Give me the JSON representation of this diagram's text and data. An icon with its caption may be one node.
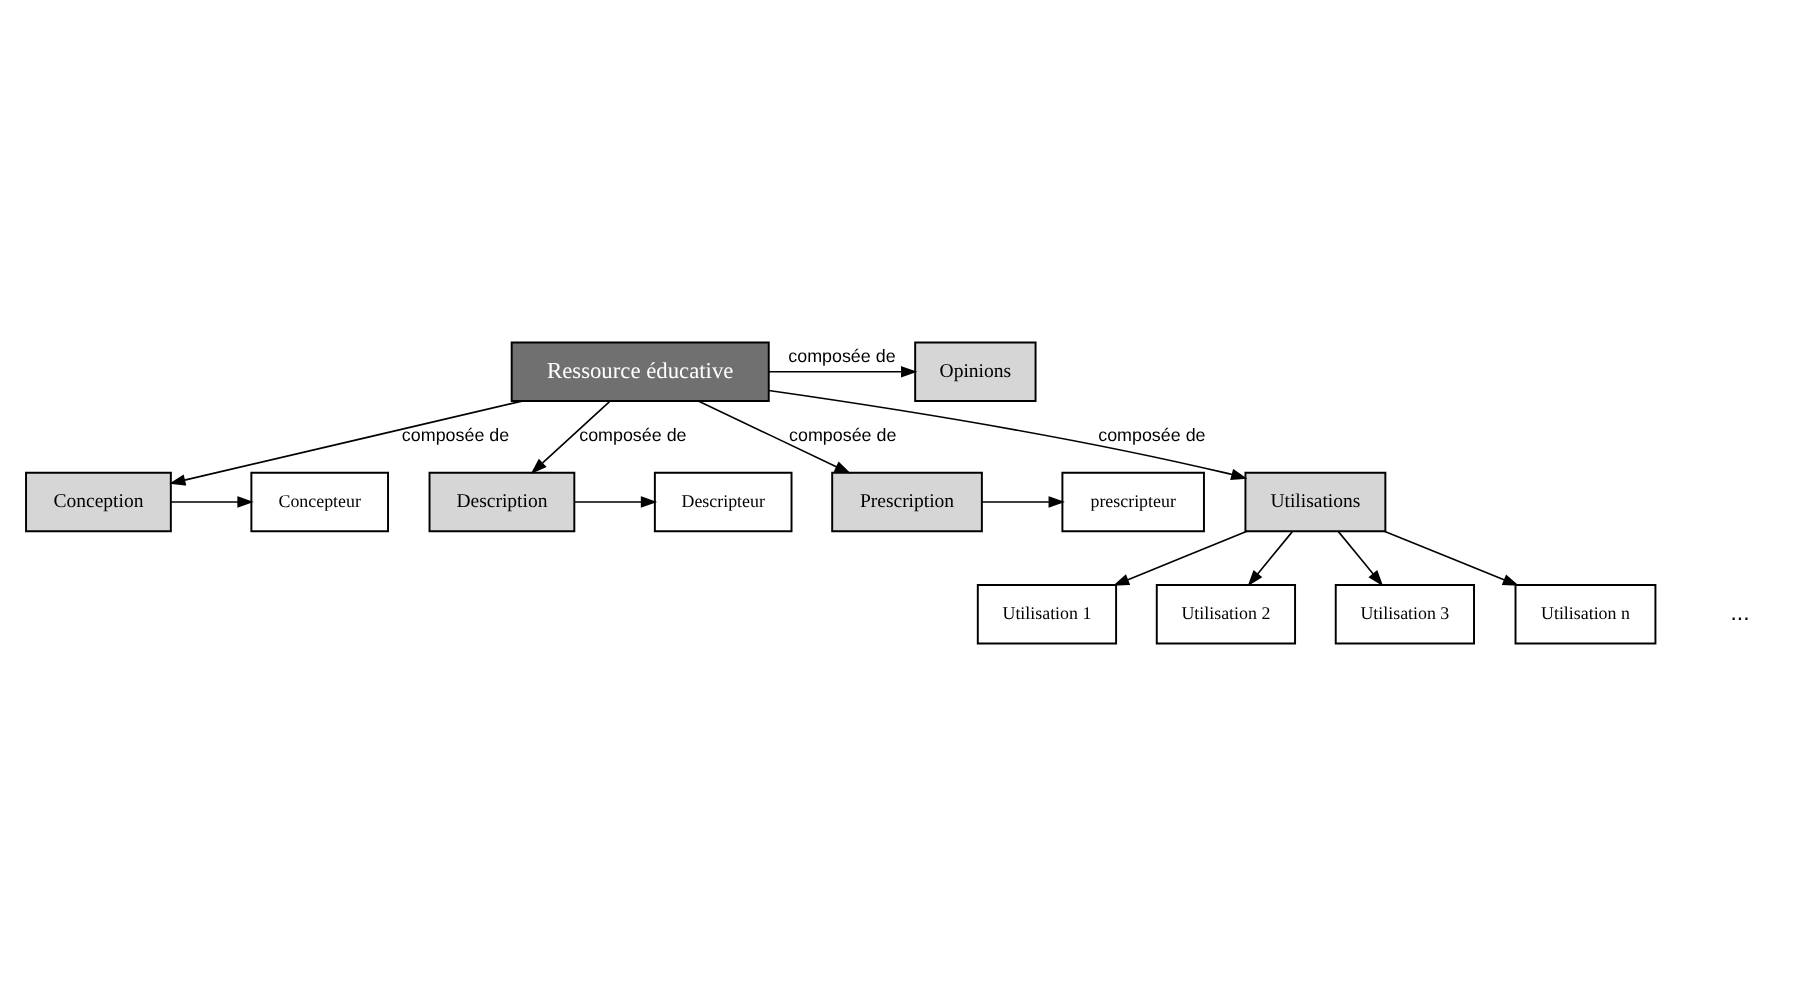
{
  "diagram": {
    "nodes": [
      {
        "text": [
          "Ressource éducative"
        ]
      },
      {
        "text": [
          "Conception"
        ]
      },
      {
        "text": [
          "Concepteur"
        ]
      },
      {
        "text": [
          "Description"
        ]
      },
      {
        "text": [
          "Descripteur"
        ]
      },
      {
        "text": [
          "Opinions"
        ]
      },
      {
        "text": [
          "Prescription"
        ]
      },
      {
        "text": [
          "prescripteur"
        ]
      },
      {
        "text": [
          "Utilisations"
        ]
      },
      {
        "text": [
          "Utilisation 1"
        ]
      },
      {
        "text": [
          "Utilisation 2"
        ]
      },
      {
        "text": [
          "Utilisation 3"
        ]
      },
      {
        "text": [
          "Utilisation n"
        ]
      }
    ],
    "edges": [
      {
        "from": 0,
        "to": 1,
        "arrow": "to",
        "label": "composée de"
      },
      {
        "from": 1,
        "to": 2,
        "arrow": "to"
      },
      {
        "from": 0,
        "to": 3,
        "arrow": "to",
        "label": "composée de"
      },
      {
        "from": 3,
        "to": 4,
        "arrow": "to"
      },
      {
        "from": 0,
        "to": 5,
        "arrow": "to",
        "label": "composée de"
      },
      {
        "from": 0,
        "to": 6,
        "arrow": "to",
        "label": "composée de"
      },
      {
        "from": 6,
        "to": 7,
        "arrow": "to"
      },
      {
        "from": 0,
        "to": 8,
        "arrow": "to",
        "label": "composée de"
      },
      {
        "from": 8,
        "to": 9,
        "arrow": "to"
      },
      {
        "from": 8,
        "to": 10,
        "arrow": "to"
      },
      {
        "from": 8,
        "to": 11,
        "arrow": "to"
      },
      {
        "from": 8,
        "to": 12,
        "arrow": "to"
      }
    ],
    "labels": [
      "..."
    ]
  }
}
